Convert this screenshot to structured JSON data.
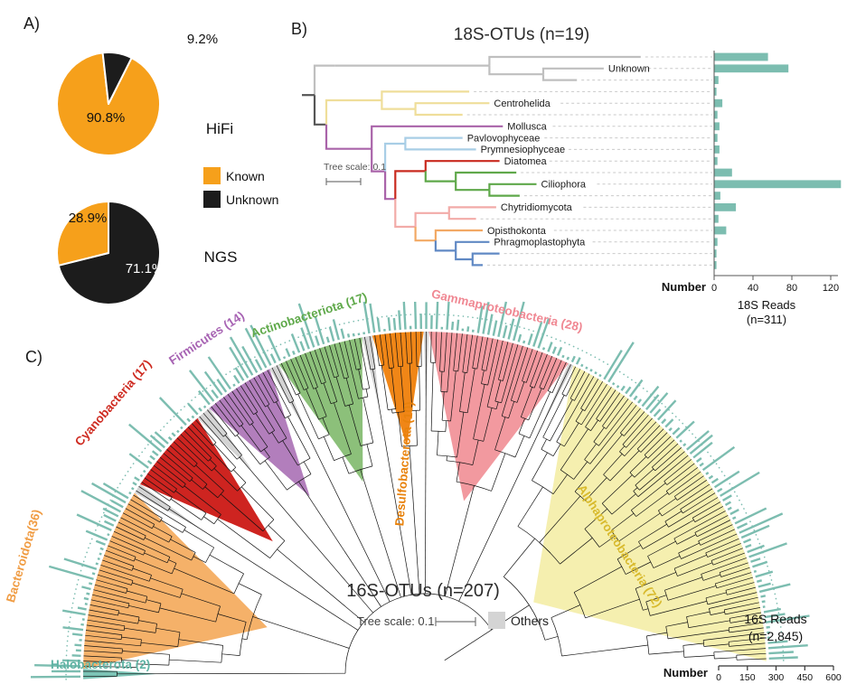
{
  "panelA": {
    "label": "A)",
    "legend": [
      {
        "label": "Known",
        "color": "#F6A01B"
      },
      {
        "label": "Unknown",
        "color": "#1C1C1C"
      }
    ]
  },
  "panelB": {
    "label": "B)",
    "title": "18S-OTUs (n=19)",
    "tree_scale": "Tree scale: 0.1",
    "axis_label": "Number",
    "axis_ticks": [
      0,
      40,
      80,
      120
    ],
    "reads_line1": "18S Reads",
    "reads_line2": "(n=311)",
    "bar_color": "#7CBDB0",
    "dash_color": "#C9C9C9",
    "tree": {
      "x": 0.0,
      "color": "#555555",
      "children": [
        {
          "x": 0.06,
          "color": "#BFBFBF",
          "children": [
            {
              "x": 0.52,
              "children": [
                {
                  "x": 0.97
                },
                {
                  "x": 0.68,
                  "children": [
                    {
                      "x": 0.86
                    },
                    {
                      "x": 0.78
                    }
                  ]
                }
              ]
            }
          ]
        },
        {
          "x": 0.035,
          "children": [
            {
              "x": 0.2,
              "color": "#EFDE9A",
              "children": [
                {
                  "x": 0.46
                },
                {
                  "x": 0.3,
                  "children": [
                    {
                      "x": 0.52
                    },
                    {
                      "x": 0.44
                    }
                  ]
                }
              ]
            },
            {
              "x": 0.17,
              "color": "#A963A9",
              "children": [
                {
                  "x": 0.56
                },
                {
                  "x": 0.21,
                  "children": [
                    {
                      "x": 0.27,
                      "color": "#A8CEE6",
                      "children": [
                        {
                          "x": 0.44
                        },
                        {
                          "x": 0.48
                        }
                      ]
                    },
                    {
                      "x": 0.24,
                      "children": [
                        {
                          "x": 0.33,
                          "color": "#C92A1F",
                          "children": [
                            {
                              "x": 0.55
                            },
                            {
                              "x": 0.42,
                              "color": "#5FA84A",
                              "children": [
                                {
                                  "x": 0.6
                                },
                                {
                                  "x": 0.52,
                                  "children": [
                                    {
                                      "x": 0.66
                                    },
                                    {
                                      "x": 0.61
                                    }
                                  ]
                                }
                              ]
                            }
                          ]
                        },
                        {
                          "x": 0.3,
                          "color": "#F2ABA8",
                          "children": [
                            {
                              "x": 0.4,
                              "children": [
                                {
                                  "x": 0.54
                                },
                                {
                                  "x": 0.48
                                }
                              ]
                            },
                            {
                              "x": 0.36,
                              "color": "#F2A964",
                              "children": [
                                {
                                  "x": 0.5
                                },
                                {
                                  "x": 0.42,
                                  "color": "#6089C4",
                                  "children": [
                                    {
                                      "x": 0.52
                                    },
                                    {
                                      "x": 0.47,
                                      "children": [
                                        {
                                          "x": 0.55
                                        },
                                        {
                                          "x": 0.5
                                        }
                                      ]
                                    }
                                  ]
                                }
                              ]
                            }
                          ]
                        }
                      ]
                    }
                  ]
                }
              ]
            }
          ]
        }
      ]
    }
  },
  "panelC": {
    "label": "C)",
    "title": "16S-OTUs (n=207)",
    "tree_scale": "Tree scale: 0.1",
    "others_label": "Others",
    "others_color": "#D4D4D4",
    "axis_label": "Number",
    "axis_ticks": [
      0,
      150,
      300,
      450,
      600
    ],
    "reads_line1": "16S Reads",
    "reads_line2": "(n=2,845)",
    "bar_color": "#7CBDB0",
    "segments": [
      {
        "name": "halobacterota",
        "label": "Halobacterota (2)",
        "count": 2,
        "color": "#7CC4B6",
        "label_color": "#5FB3A4",
        "label_style": "fixed",
        "fx": 56,
        "fy": 410
      },
      {
        "name": "bacteroidota",
        "label": "Bacteroidota(36)",
        "count": 36,
        "color": "#F5B169",
        "label_color": "#F09C43",
        "label_style": "arc",
        "label_r": 458
      },
      {
        "name": "others-1",
        "count": 2,
        "color": "#D4D4D4"
      },
      {
        "name": "cyanobacteria",
        "label": "Cyanobacteria (17)",
        "count": 17,
        "color": "#CE2420",
        "label_color": "#CE2A20",
        "label_style": "arc",
        "label_r": 452
      },
      {
        "name": "others-2",
        "count": 3,
        "color": "#D4D4D4"
      },
      {
        "name": "firmicutes",
        "label": "Firmicutes (14)",
        "count": 14,
        "color": "#B27EBC",
        "label_color": "#A763B3",
        "label_style": "arc",
        "label_r": 438
      },
      {
        "name": "others-3",
        "count": 2,
        "color": "#D4D4D4"
      },
      {
        "name": "actinobacteriota",
        "label": "Actinobacteriota (17)",
        "count": 17,
        "color": "#8CC07A",
        "label_color": "#5FA94A",
        "label_style": "arc",
        "label_r": 412
      },
      {
        "name": "others-4",
        "count": 2,
        "color": "#D4D4D4"
      },
      {
        "name": "desulfobacterota",
        "label": "Desulfobacterota (10)",
        "count": 10,
        "color": "#F08617",
        "label_color": "#E8820C",
        "label_style": "radial",
        "label_r": 232
      },
      {
        "name": "others-5",
        "count": 1,
        "color": "#D4D4D4"
      },
      {
        "name": "gammaproteobacteria",
        "label": "Gammaproteobacteria (28)",
        "count": 28,
        "color": "#F2999F",
        "label_color": "#F08893",
        "label_style": "arc",
        "label_r": 407
      },
      {
        "name": "others-6",
        "count": 1,
        "color": "#D4D4D4"
      },
      {
        "name": "alphaproteobacteria",
        "label": "Alphaproteobacteria (72)",
        "count": 72,
        "color": "#F5EFAF",
        "label_color": "#D8BA2D",
        "label_style": "arc",
        "label_r": 253
      }
    ]
  },
  "chart_data": [
    {
      "type": "pie",
      "title": "HiFi",
      "labels": [
        "Known",
        "Unknown"
      ],
      "values": [
        90.8,
        9.2
      ],
      "value_labels": [
        "90.8%",
        "9.2%"
      ],
      "colors": [
        "#F6A01B",
        "#1C1C1C"
      ],
      "unit": "percent"
    },
    {
      "type": "pie",
      "title": "NGS",
      "labels": [
        "Known",
        "Unknown"
      ],
      "values": [
        28.9,
        71.1
      ],
      "value_labels": [
        "28.9%",
        "71.1%"
      ],
      "colors": [
        "#F6A01B",
        "#1C1C1C"
      ],
      "unit": "percent"
    },
    {
      "type": "bar",
      "title": "18S-OTUs (n=19)",
      "orientation": "horizontal",
      "xlabel": "Number",
      "axis_ticks": [
        0,
        40,
        80,
        120
      ],
      "total_label": "18S Reads (n=311)",
      "bar_color": "#7CBDB0",
      "categories": [
        "",
        "Unknown",
        "",
        "",
        "Centrohelida",
        "",
        "Mollusca",
        "Pavlovophyceae",
        "Prymnesiophyceae",
        "Diatomea",
        "",
        "Ciliophora",
        "",
        "Chytridiomycota",
        "",
        "Opisthokonta",
        "Phragmoplastophyta",
        "",
        ""
      ],
      "values": [
        55,
        76,
        4,
        2,
        8,
        3,
        5,
        3,
        5,
        3,
        18,
        130,
        6,
        22,
        4,
        12,
        3,
        2,
        2
      ]
    },
    {
      "type": "bar",
      "title": "16S-OTUs (n=207)",
      "orientation": "circular",
      "xlabel": "Number",
      "axis_ticks": [
        0,
        150,
        300,
        450,
        600
      ],
      "total_label": "16S Reads (n=2,845)",
      "bar_color": "#7CBDB0",
      "categories": [
        "Halobacterota",
        "Bacteroidota",
        "Cyanobacteria",
        "Firmicutes",
        "Actinobacteriota",
        "Desulfobacterota",
        "Gammaproteobacteria",
        "Alphaproteobacteria",
        "Others"
      ],
      "values": [
        2,
        36,
        17,
        14,
        17,
        10,
        28,
        72,
        11
      ]
    }
  ]
}
